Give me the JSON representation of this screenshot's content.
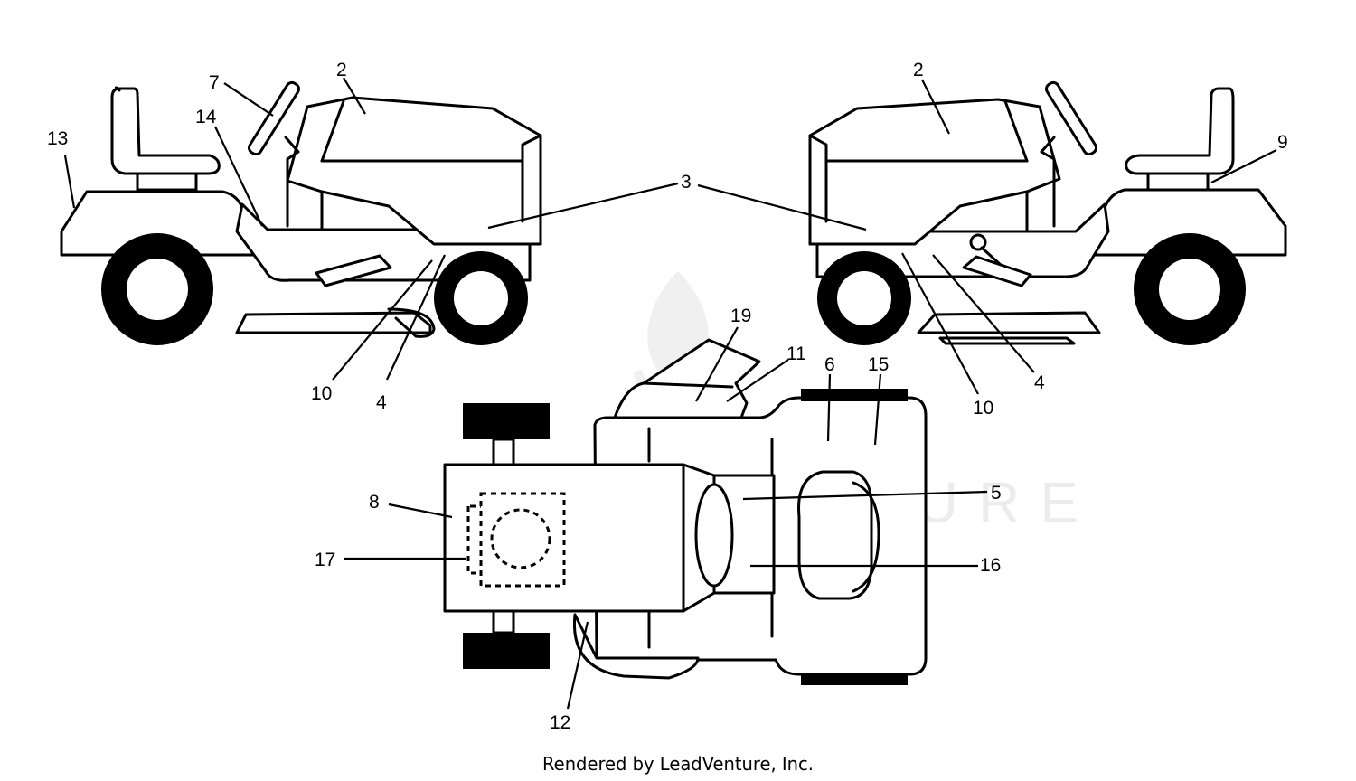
{
  "diagram": {
    "callouts": [
      {
        "id": "2a",
        "text": "2"
      },
      {
        "id": "2b",
        "text": "2"
      },
      {
        "id": "3",
        "text": "3"
      },
      {
        "id": "4a",
        "text": "4"
      },
      {
        "id": "4b",
        "text": "4"
      },
      {
        "id": "5",
        "text": "5"
      },
      {
        "id": "6",
        "text": "6"
      },
      {
        "id": "7",
        "text": "7"
      },
      {
        "id": "8",
        "text": "8"
      },
      {
        "id": "9",
        "text": "9"
      },
      {
        "id": "10a",
        "text": "10"
      },
      {
        "id": "10b",
        "text": "10"
      },
      {
        "id": "11",
        "text": "11"
      },
      {
        "id": "12",
        "text": "12"
      },
      {
        "id": "13",
        "text": "13"
      },
      {
        "id": "14",
        "text": "14"
      },
      {
        "id": "15",
        "text": "15"
      },
      {
        "id": "16",
        "text": "16"
      },
      {
        "id": "17",
        "text": "17"
      },
      {
        "id": "19",
        "text": "19"
      }
    ],
    "watermark": "LEADVENTURE",
    "credit": "Rendered by LeadVenture, Inc."
  },
  "colors": {
    "ink": "#000000",
    "paper": "#ffffff",
    "watermark": "#ececec"
  }
}
